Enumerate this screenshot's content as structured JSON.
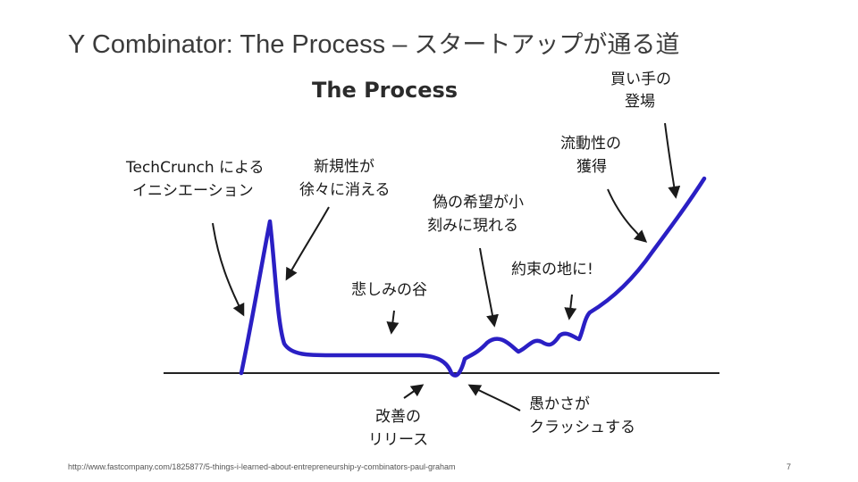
{
  "slide": {
    "title_en": "Y Combinator: The Process – ",
    "title_jp": "スタートアップが通る道",
    "source_url": "http://www.fastcompany.com/1825877/5-things-i-learned-about-entrepreneurship-y-combinators-paul-graham",
    "page_number": "7"
  },
  "diagram": {
    "heading": "The Process",
    "labels": {
      "techcrunch_1": "TechCrunch による",
      "techcrunch_2": "イニシエーション",
      "novelty_1": "新規性が",
      "novelty_2": "徐々に消える",
      "trough": "悲しみの谷",
      "false_hope_1": "偽の希望が小",
      "false_hope_2": "刻みに現れる",
      "promised_land": "約束の地に!",
      "liquidity_1": "流動性の",
      "liquidity_2": "獲得",
      "buyer_1": "買い手の",
      "buyer_2": "登場",
      "improved_1": "改善の",
      "improved_2": "リリース",
      "crash_1": "愚かさが",
      "crash_2": "クラッシュする"
    },
    "colors": {
      "curve": "#2a1fc4",
      "baseline": "#222222",
      "arrow": "#1a1a1a"
    }
  }
}
